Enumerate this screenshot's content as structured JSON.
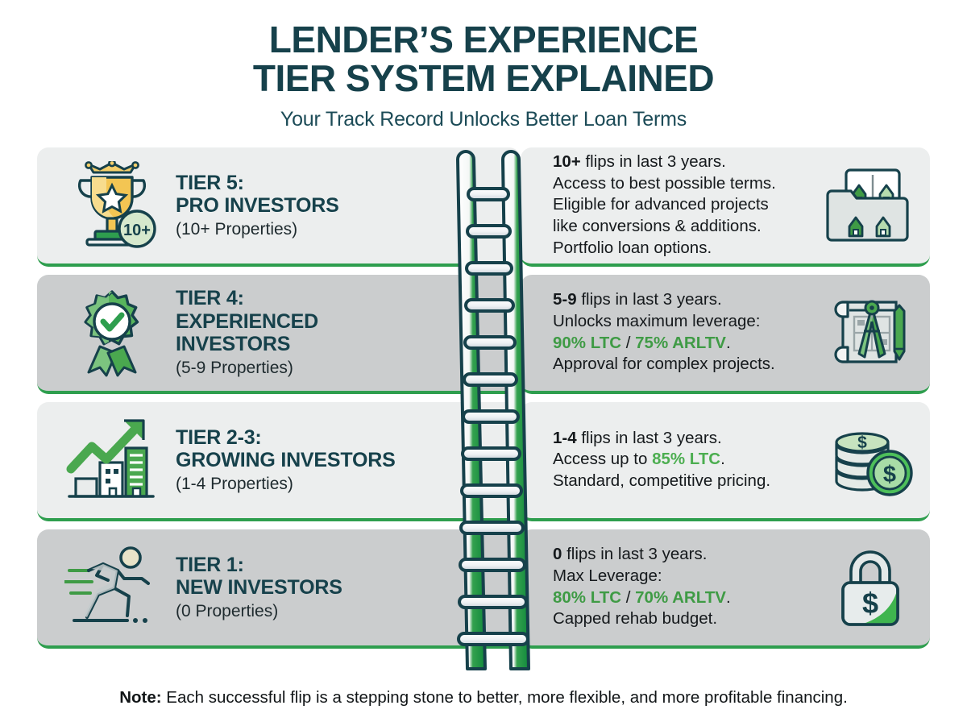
{
  "header": {
    "title_line1": "LENDER’S EXPERIENCE",
    "title_line2": "TIER SYSTEM EXPLAINED",
    "subtitle": "Your Track Record Unlocks Better Loan Terms"
  },
  "colors": {
    "brand_dark": "#16414b",
    "brand_green": "#2e9e4e",
    "highlight_green": "#4cae50",
    "gold": "#f2c14e",
    "card_light": "#eceeee",
    "card_dark": "#cbcdce"
  },
  "tiers": [
    {
      "id": "tier-5",
      "icon": "trophy-icon",
      "badge": "10+",
      "heading_line1": "TIER 5:",
      "heading_line2": "PRO INVESTORS",
      "properties": "(10+ Properties)",
      "shade": "light",
      "side_icon": "portfolio-folder-icon",
      "desc": [
        {
          "bold": "10+",
          "rest": " flips in last 3 years."
        },
        {
          "text": "Access to best possible terms."
        },
        {
          "text": "Eligible for advanced projects"
        },
        {
          "text": "like conversions & additions."
        },
        {
          "text": "Portfolio loan options."
        }
      ]
    },
    {
      "id": "tier-4",
      "icon": "award-badge-icon",
      "badge": "",
      "heading_line1": "TIER 4:",
      "heading_line2": "EXPERIENCED",
      "heading_line3": "INVESTORS",
      "properties": "(5-9 Properties)",
      "shade": "dark",
      "side_icon": "blueprint-compass-icon",
      "desc": [
        {
          "bold": "5-9",
          "rest": " flips in last 3 years."
        },
        {
          "text": "Unlocks maximum leverage:"
        },
        {
          "green1": "90% LTC",
          "sep": " / ",
          "green2": "75% ARLTV",
          "tail": "."
        },
        {
          "text": "Approval for complex projects."
        }
      ]
    },
    {
      "id": "tier-2-3",
      "icon": "growth-chart-icon",
      "badge": "",
      "heading_line1": "TIER 2-3:",
      "heading_line2": "GROWING INVESTORS",
      "properties": "(1-4 Properties)",
      "shade": "light",
      "side_icon": "coin-stack-icon",
      "desc": [
        {
          "bold": "1-4",
          "rest": " flips in last 3 years."
        },
        {
          "pre": "Access up to ",
          "green1": "85% LTC",
          "tail": "."
        },
        {
          "text": "Standard, competitive pricing."
        }
      ]
    },
    {
      "id": "tier-1",
      "icon": "runner-icon",
      "badge": "",
      "heading_line1": "TIER 1:",
      "heading_line2": "NEW INVESTORS",
      "properties": "(0 Properties)",
      "shade": "dark",
      "side_icon": "padlock-dollar-icon",
      "desc": [
        {
          "bold": "0",
          "rest": " flips in last 3 years."
        },
        {
          "text": "Max Leverage:"
        },
        {
          "green1": "80% LTC",
          "sep": " / ",
          "green2": "70% ARLTV",
          "tail": "."
        },
        {
          "text": "Capped rehab budget."
        }
      ]
    }
  ],
  "ladder": {
    "name": "ladder-graphic",
    "rungs": 13
  },
  "footer": {
    "label": "Note:",
    "text": " Each successful flip is a stepping stone to better, more flexible, and more profitable financing."
  }
}
